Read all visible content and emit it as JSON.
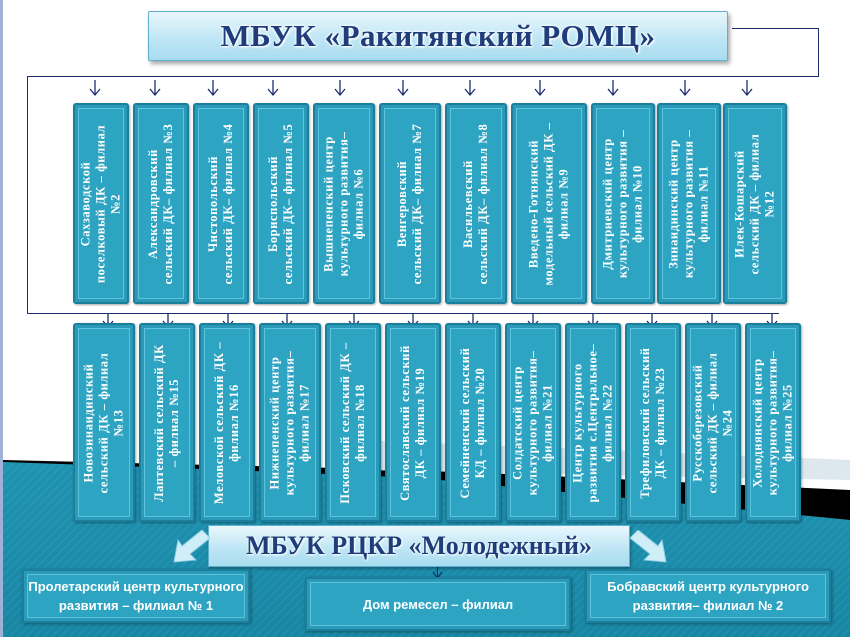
{
  "header": {
    "title": "МБУК «Ракитянский РОМЦ»"
  },
  "top_row": [
    {
      "label": "Сахзаводской\nпоселковый ДК – филиал\n№2"
    },
    {
      "label": "Александровский\nсельский ДК– филиал №3"
    },
    {
      "label": "Чистопольский\nсельский ДК– филиал №4"
    },
    {
      "label": "Бориспольский\nсельский ДК– филиал №5"
    },
    {
      "label": "Вышнепенский центр\nкультурного развития–\nфилиал №6"
    },
    {
      "label": "Венгеровский\nсельский ДК– филиал №7"
    },
    {
      "label": "Васильевский\nсельский ДК– филиал №8"
    },
    {
      "label": "Введено-Готнянский\nмодельный сельский ДК –\nфилиал №9"
    },
    {
      "label": "Дмитриевский центр\nкультурного развития –\nфилиал №10"
    },
    {
      "label": "Зинаидинский центр\nкультурного развития –\nфилиал №11"
    },
    {
      "label": "Илек-Кошарский\nсельский ДК – филиал\n№12"
    }
  ],
  "bottom_row": [
    {
      "label": "Новозинаидинский\nсельский ДК – филиал\n№13"
    },
    {
      "label": "Лаптевский сельский ДК\n– филиал №15"
    },
    {
      "label": "Меловской сельский ДК –\nфилиал №16"
    },
    {
      "label": "Нижнепенский центр\nкультурного развития–\nфилиал №17"
    },
    {
      "label": "Псковский сельский ДК –\nфилиал №18"
    },
    {
      "label": "Святославский сельский\nДК – филиал №19"
    },
    {
      "label": "Семейненский сельский\nКД – филиал №20"
    },
    {
      "label": "Солдатский центр\nкультурного развития–\nфилиал №21"
    },
    {
      "label": "Центр культурного\nразвития с.Центральное–\nфилиал №22"
    },
    {
      "label": "Трефиловский сельский\nДК – филиал №23"
    },
    {
      "label": "Русскоберезовский\nсельский ДК – филиал\n№24"
    },
    {
      "label": "Холоднянский центр\nкультурного развития–\nфилиал №25"
    }
  ],
  "subsidiary": {
    "title": "МБУК РЦКР «Молодежный»",
    "branches": [
      {
        "label": "Пролетарский центр культурного\nразвития – филиал № 1"
      },
      {
        "label": "Дом ремесел – филиал"
      },
      {
        "label": "Бобравский центр культурного\nразвития– филиал № 2"
      }
    ]
  },
  "colors": {
    "box_fill": "#2ea4c3",
    "box_border": "#1b7e9b",
    "connector": "#1c2e6e",
    "title_text": "#1f3d7a",
    "background_teal": "#1a8aa8"
  }
}
